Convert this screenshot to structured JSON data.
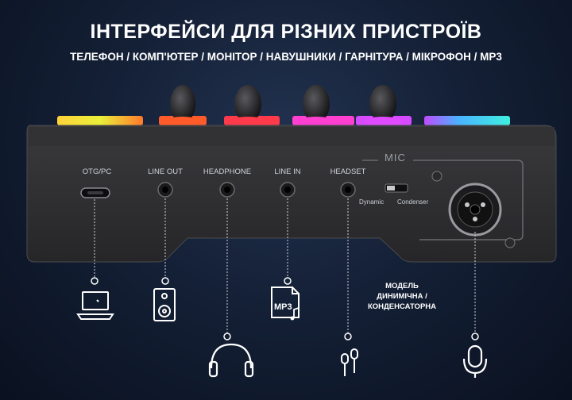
{
  "header": {
    "title": "ІНТЕРФЕЙСИ ДЛЯ РІЗНИХ ПРИСТРОЇВ",
    "subtitle": "ТЕЛЕФОН / КОМП'ЮТЕР / МОНІТОР / НАВУШНИКИ / ГАРНІТУРА / МІКРОФОН / MP3"
  },
  "ports": {
    "otg": "OTG/PC",
    "line_out": "LINE OUT",
    "headphone": "HEADPHONE",
    "line_in": "LINE IN",
    "headset": "HEADSET"
  },
  "mic": {
    "label": "MIC",
    "dynamic": "Dynamic",
    "condenser": "Condenser"
  },
  "icons": {
    "laptop": "laptop-icon",
    "speaker": "speaker-icon",
    "mp3": "MP3",
    "headphones": "headphones-icon",
    "earphones": "earphones-icon",
    "microphone": "microphone-icon"
  },
  "note": {
    "line1": "МОДЕЛЬ",
    "line2": "ДИНИМІЧНА /",
    "line3": "КОНДЕНСАТОРНА"
  },
  "colors": {
    "background": "#142036",
    "device": "#2b2b2d",
    "rgb_yellow": "#f2e23a",
    "rgb_red": "#ff4a2a",
    "rgb_magenta": "#ff3fd0",
    "rgb_cyan": "#3fe0ff"
  }
}
